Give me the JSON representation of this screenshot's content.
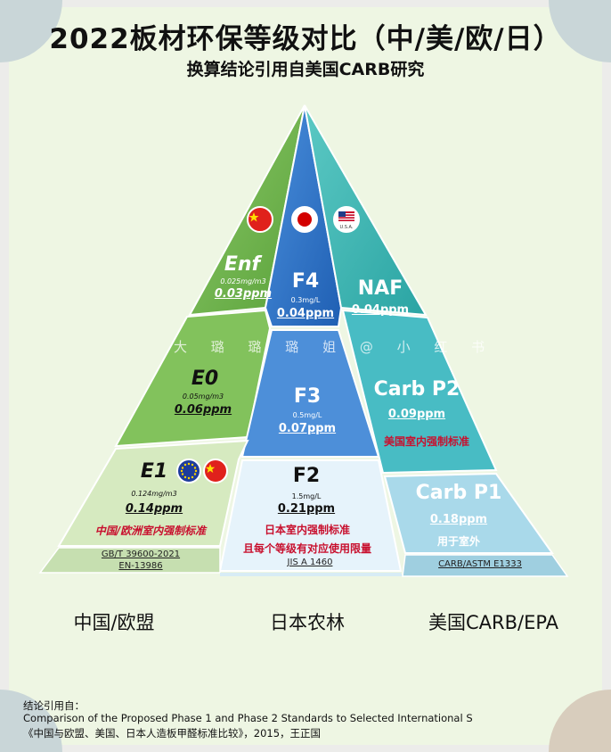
{
  "title": "2022板材环保等级对比（中/美/欧/日）",
  "subtitle": "换算结论引用自美国CARB研究",
  "watermark": "大 璐 璐 璐 姐 @ 小 红 书",
  "colors": {
    "green_dark": "#6fb54a",
    "green_light": "#cde5b3",
    "blue_dark": "#2f73c8",
    "blue_light": "#e3f1fb",
    "teal_dark": "#3fb8b5",
    "teal_light": "#9fd7e4",
    "red_text": "#c8102e"
  },
  "levels": {
    "enf": {
      "grade": "Enf",
      "mg": "0.025mg/m3",
      "ppm": "0.03ppm"
    },
    "f4": {
      "grade": "F4",
      "mg": "0.3mg/L",
      "ppm": "0.04ppm"
    },
    "naf": {
      "grade": "NAF",
      "ppm": "0.04ppm"
    },
    "e0": {
      "grade": "E0",
      "mg": "0.05mg/m3",
      "ppm": "0.06ppm"
    },
    "f3": {
      "grade": "F3",
      "mg": "0.5mg/L",
      "ppm": "0.07ppm"
    },
    "carbp2": {
      "grade": "Carb P2",
      "ppm": "0.09ppm",
      "note": "美国室内强制标准"
    },
    "e1": {
      "grade": "E1",
      "mg": "0.124mg/m3",
      "ppm": "0.14ppm",
      "note": "中国/欧洲室内强制标准"
    },
    "f2": {
      "grade": "F2",
      "mg": "1.5mg/L",
      "ppm": "0.21ppm",
      "note1": "日本室内强制标准",
      "note2": "且每个等级有对应使用限量"
    },
    "carbp1": {
      "grade": "Carb P1",
      "ppm": "0.18ppm",
      "note": "用于室外"
    }
  },
  "standards": {
    "china_eu_1": "GB/T 39600-2021",
    "china_eu_2": "EN-13986",
    "japan": "JIS A 1460",
    "usa": "CARB/ASTM E1333"
  },
  "regions": {
    "china_eu": "中国/欧盟",
    "japan": "日本农林",
    "usa": "美国CARB/EPA"
  },
  "flags": {
    "top_left": "china-flag-icon",
    "top_center": "japan-flag-icon",
    "top_right": "usa-flag-icon",
    "usa_flag_text": "U.S.A.",
    "e1_left": "eu-flag-icon",
    "e1_right": "china-flag-icon"
  },
  "footer": {
    "line1": "结论引用自：",
    "line2": "Comparison of the Proposed Phase 1 and Phase 2 Standards to Selected International S",
    "line3": "《中国与欧盟、美国、日本人造板甲醛标准比较》，2015，王正国"
  }
}
